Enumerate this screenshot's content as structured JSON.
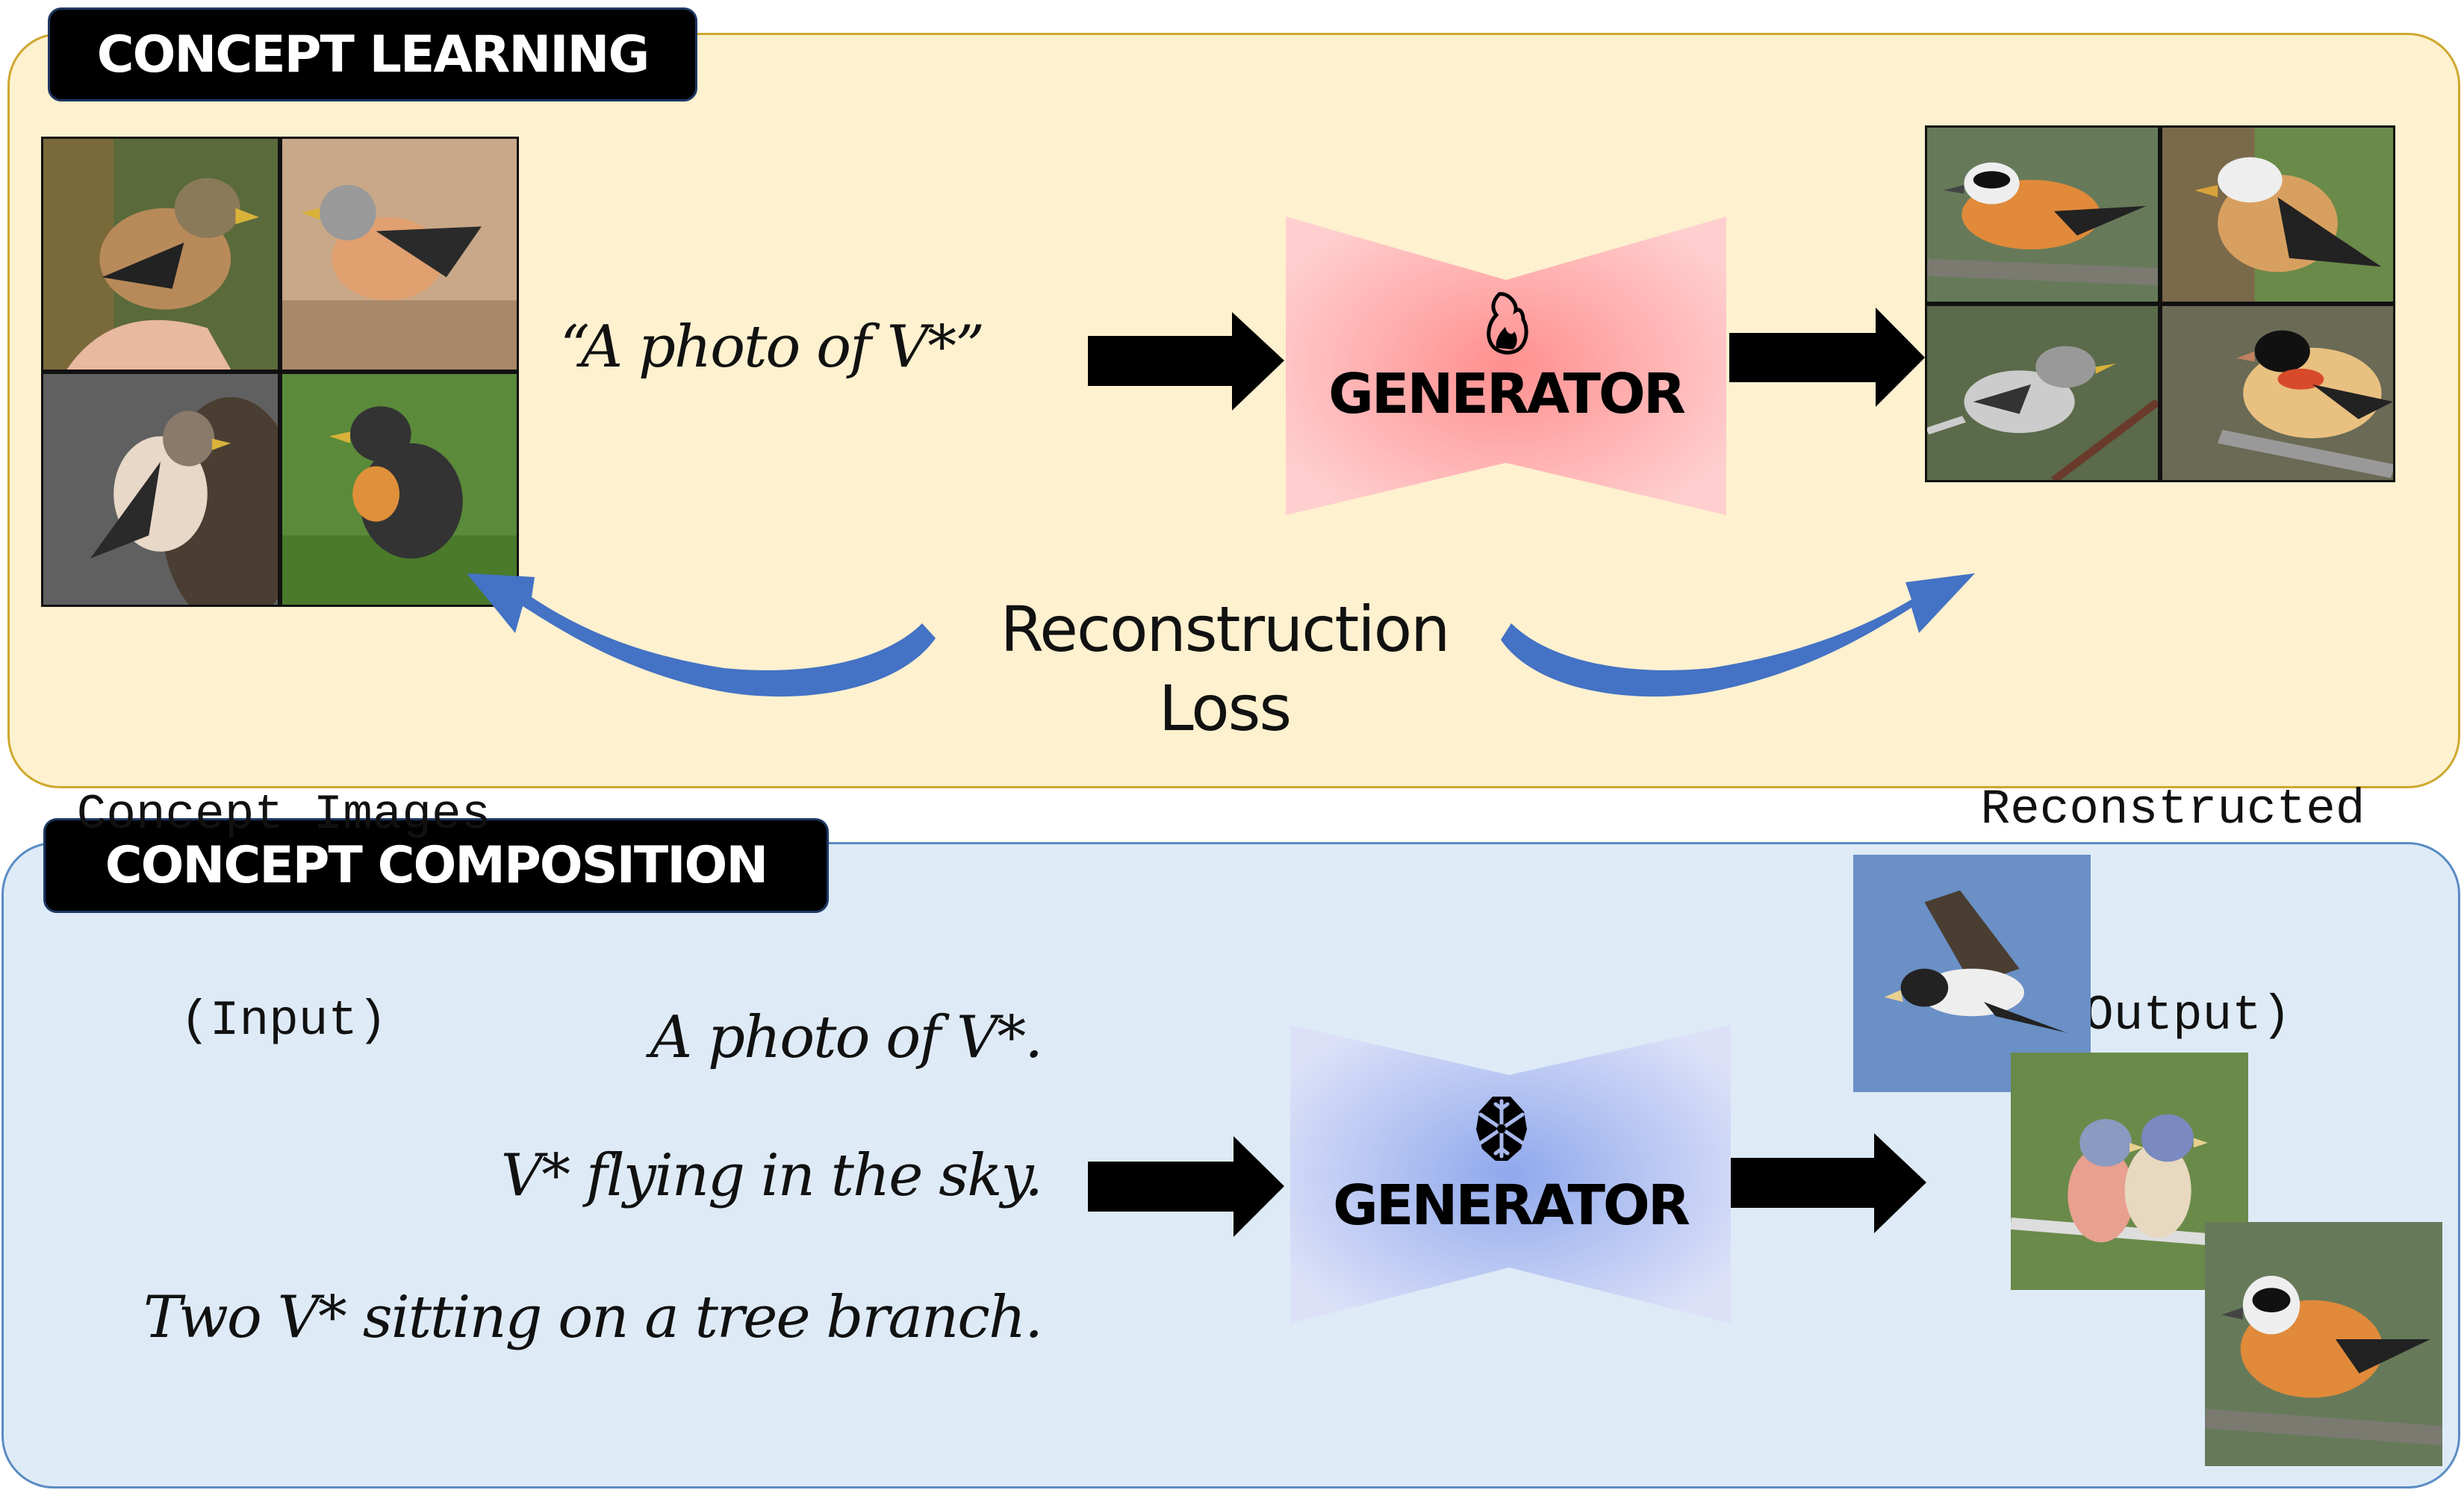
{
  "learning": {
    "title": "CONCEPT LEARNING",
    "prompt": "“A photo of V*”",
    "generator": {
      "label": "GENERATOR",
      "icon": "flame-icon",
      "state": "trainable"
    },
    "loss_label_line1": "Reconstruction",
    "loss_label_line2": "Loss",
    "input_label_line1": "Concept Images",
    "input_label_line2": "(Input)",
    "output_label_line1": "Reconstructed",
    "output_label_line2": "(Output)",
    "input_images": [
      {
        "description": "bird held in hand"
      },
      {
        "description": "bird on gravel ground"
      },
      {
        "description": "bird on sunflower head"
      },
      {
        "description": "bird on grass"
      }
    ],
    "output_images": [
      {
        "description": "orange bird on branch"
      },
      {
        "description": "striped bird green background"
      },
      {
        "description": "grey bird on twig"
      },
      {
        "description": "bird with red patch on branch"
      }
    ]
  },
  "composition": {
    "title": "CONCEPT COMPOSITION",
    "prompts": [
      "A photo of V*.",
      "V* flying in the sky.",
      "Two V* sitting on a tree branch."
    ],
    "generator": {
      "label": "GENERATOR",
      "icon": "snowflake-icon",
      "state": "frozen"
    },
    "output_images": [
      {
        "description": "bird flying in blue sky"
      },
      {
        "description": "two birds on tree branch"
      },
      {
        "description": "orange bird perched"
      }
    ]
  },
  "colors": {
    "learning_bg": "#FEF1CF",
    "learning_border": "#CFA82E",
    "composition_bg": "#DEEBF7",
    "composition_border": "#5B8CC4",
    "generator_train": "#FF8F8F",
    "generator_frozen": "#8FA8EC",
    "loss_arrow": "#4472C4"
  }
}
